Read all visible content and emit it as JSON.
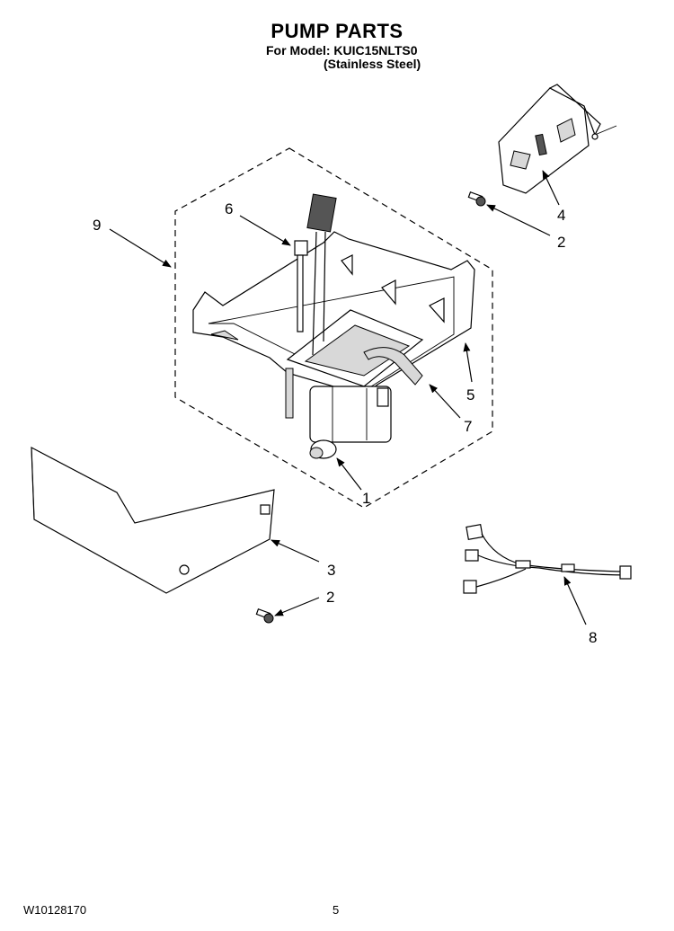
{
  "header": {
    "title": "PUMP PARTS",
    "model_line": "For Model: KUIC15NLTS0",
    "model_variant": "(Stainless Steel)"
  },
  "footer": {
    "doc_number": "W10128170",
    "page_number": "5"
  },
  "callouts": {
    "c1": "1",
    "c2a": "2",
    "c2b": "2",
    "c3": "3",
    "c4": "4",
    "c5": "5",
    "c6": "6",
    "c7": "7",
    "c8": "8",
    "c9": "9"
  }
}
